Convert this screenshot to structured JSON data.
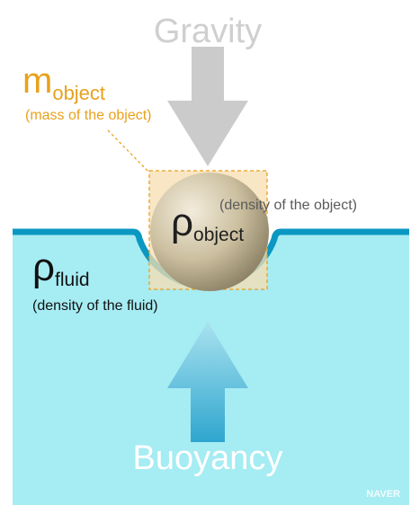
{
  "labels": {
    "gravity": "Gravity",
    "mass_symbol": "m",
    "mass_subscript": "object",
    "mass_desc": "(mass of the object)",
    "object_symbol": "ρ",
    "object_subscript": "object",
    "object_desc": "(density of the object)",
    "fluid_symbol": "ρ",
    "fluid_subscript": "fluid",
    "fluid_desc": "(density of the fluid)",
    "buoyancy": "Buoyancy",
    "watermark": "NAVER"
  },
  "colors": {
    "fluid": "#a6ecf3",
    "fluid_surface": "#0a98c2",
    "gravity_arrow": "#cbcbcb",
    "buoyancy_arrow": "#48b4d6",
    "mass_label": "#e8a11c",
    "object_box": "#f7ddb0",
    "sphere_light": "#f3ecdc",
    "sphere_dark": "#8a7e63"
  }
}
